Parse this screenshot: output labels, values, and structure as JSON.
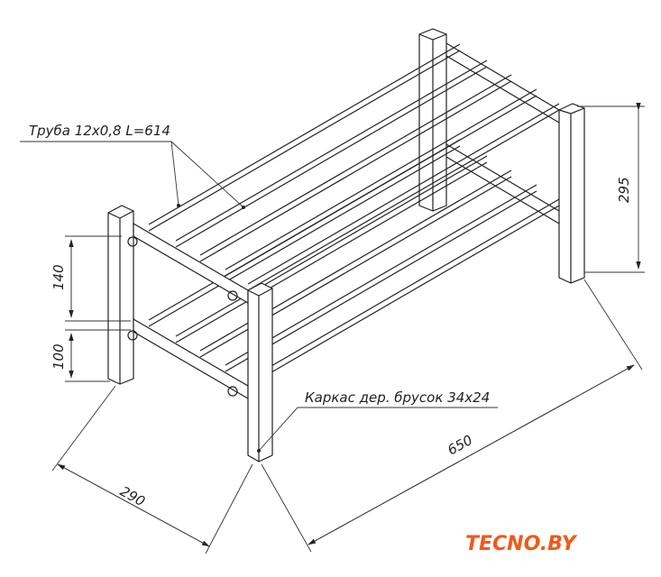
{
  "drawing": {
    "callout_tube": "Труба 12x0,8 L=614",
    "callout_frame": "Каркас дер. брусок 34x24",
    "dimensions": {
      "height_total": "295",
      "upper_gap": "140",
      "lower_gap": "100",
      "length": "650",
      "depth": "290"
    }
  },
  "logo": {
    "text": "TECNO.BY",
    "color": "#f05a1a"
  }
}
